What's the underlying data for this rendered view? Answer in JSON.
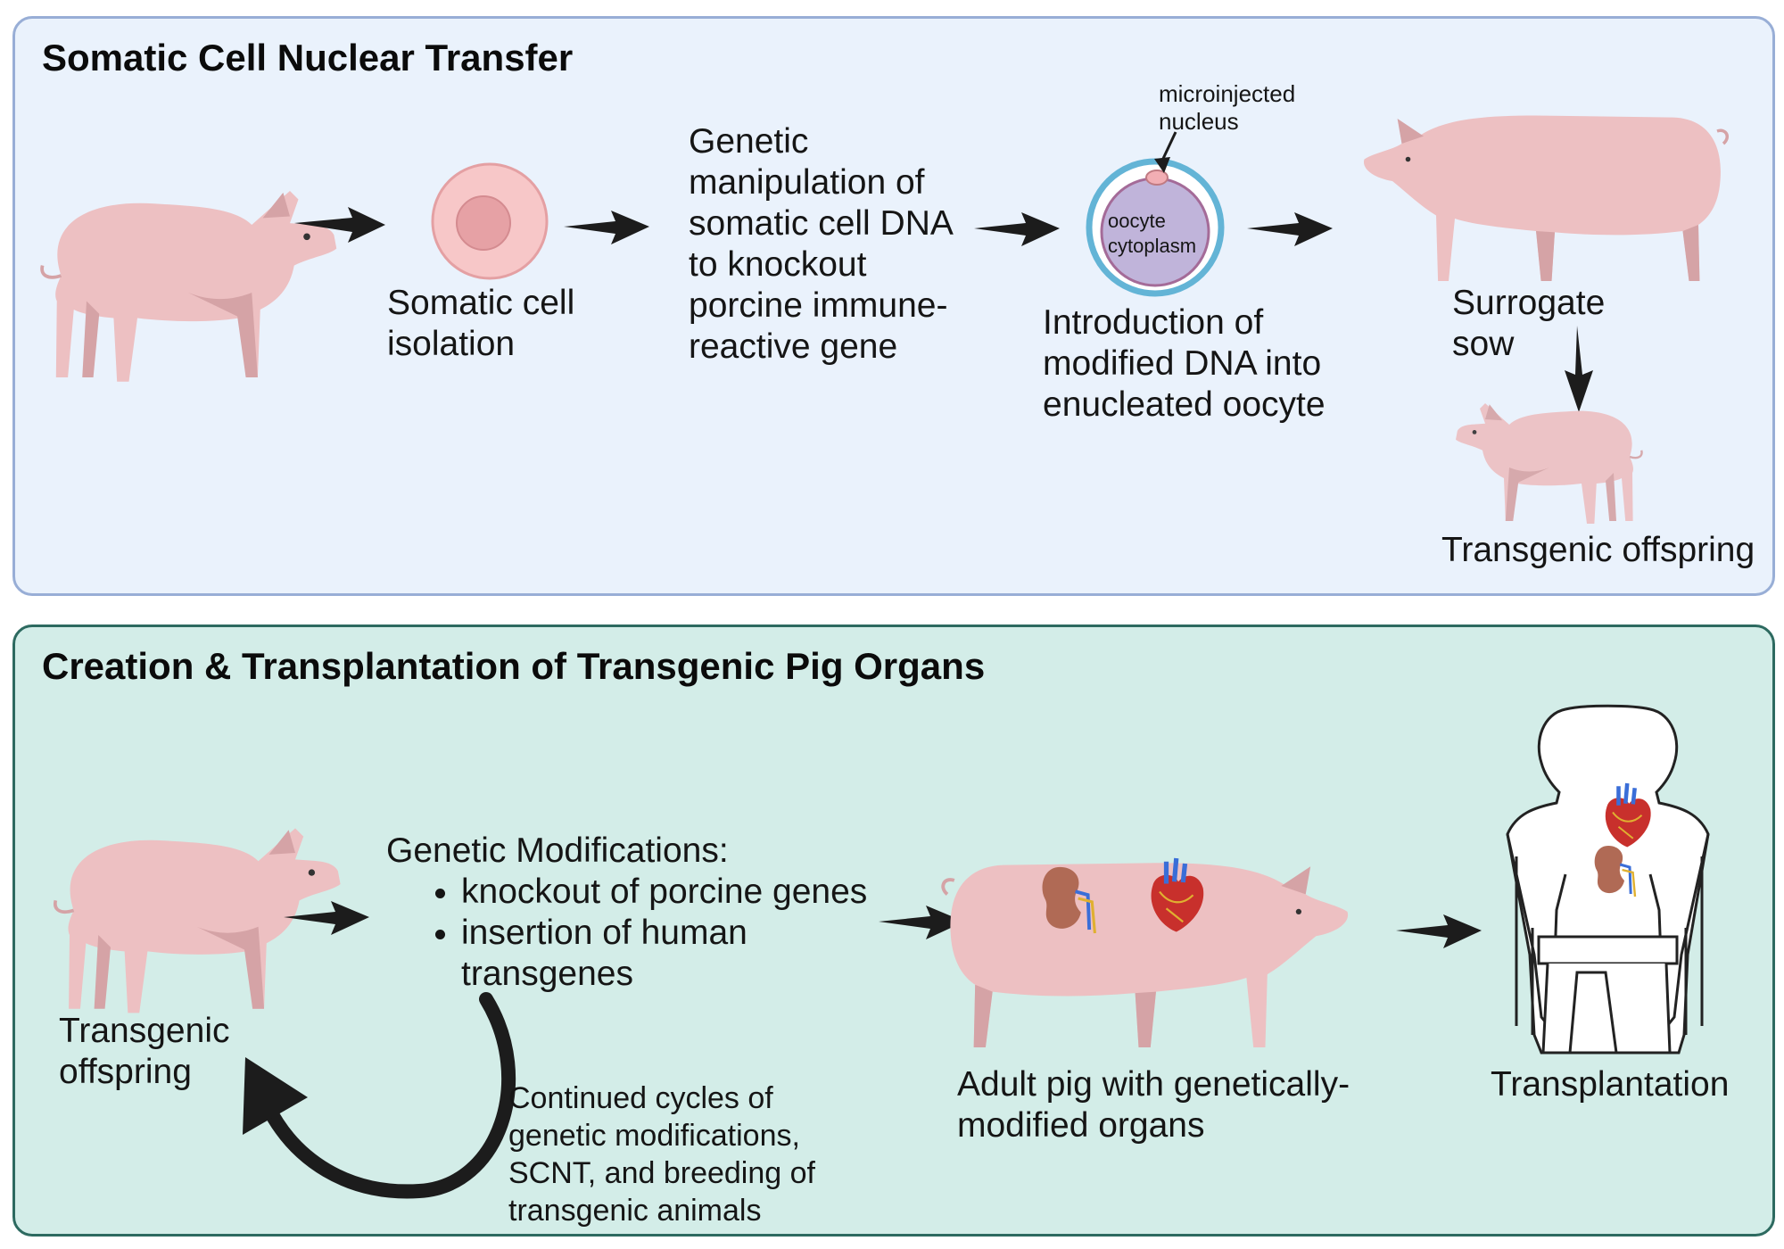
{
  "top_panel": {
    "title": "Somatic Cell Nuclear Transfer",
    "step1": [
      "Somatic cell",
      "isolation"
    ],
    "step2": [
      "Genetic",
      "manipulation of",
      "somatic cell DNA",
      "to knockout",
      "porcine immune-",
      "reactive gene"
    ],
    "oocyte_label": [
      "oocyte",
      "cytoplasm"
    ],
    "nucleus_label": [
      "microinjected",
      "nucleus"
    ],
    "step3": [
      "Introduction of",
      "modified DNA into",
      "enucleated oocyte"
    ],
    "step4": [
      "Surrogate",
      "sow"
    ],
    "step5": "Transgenic offspring"
  },
  "bottom_panel": {
    "title": "Creation & Transplantation of Transgenic Pig Organs",
    "offspring": [
      "Transgenic",
      "offspring"
    ],
    "mods_heading": "Genetic Modifications:",
    "mods": [
      "knockout of porcine genes",
      "insertion of human"
    ],
    "mods_cont": "transgenes",
    "cycle": [
      "Continued cycles of",
      "genetic modifications,",
      "SCNT, and breeding of",
      "transgenic animals"
    ],
    "adult": [
      "Adult pig with genetically-",
      "modified organs"
    ],
    "transplant": "Transplantation"
  },
  "colors": {
    "pig_body": "#edc0c2",
    "pig_shade": "#d5a3a6",
    "cell_fill": "#f7c7c8",
    "nucleus_fill": "#e6a1a5",
    "oocyte_ring": "#63b4d6",
    "oocyte_fill": "#c0b4da",
    "arrow": "#1c1c1c"
  }
}
